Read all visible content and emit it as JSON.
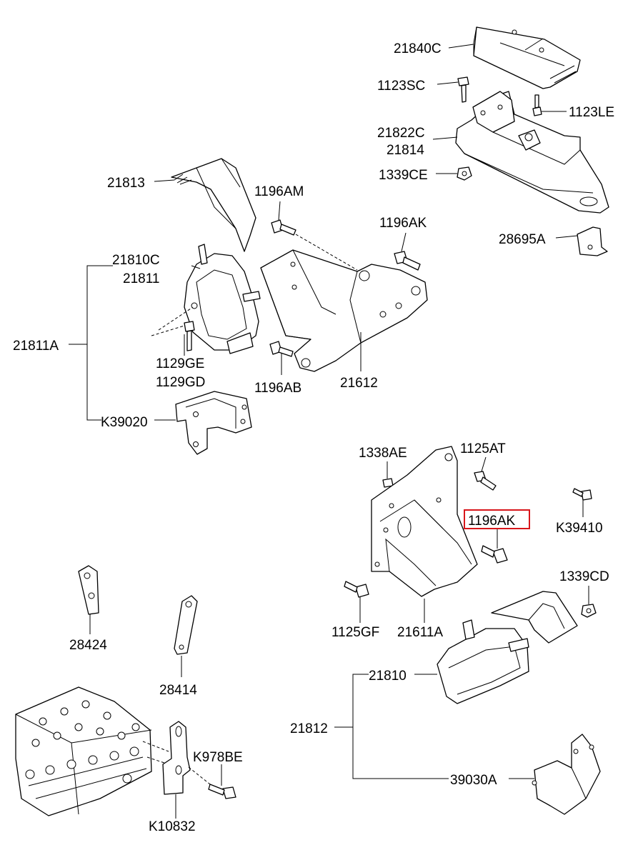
{
  "labels": {
    "p21840C": "21840C",
    "p1123SC": "1123SC",
    "p1123LE": "1123LE",
    "p21822C": "21822C",
    "p21814": "21814",
    "p1339CE": "1339CE",
    "p28695A": "28695A",
    "p21813": "21813",
    "p1196AM": "1196AM",
    "p1196AK_top": "1196AK",
    "p21810C": "21810C",
    "p21811": "21811",
    "p21811A": "21811A",
    "p1129GE": "1129GE",
    "p1129GD": "1129GD",
    "p1196AB": "1196AB",
    "p21612": "21612",
    "pK39020": "K39020",
    "p1338AE": "1338AE",
    "p1125AT": "1125AT",
    "p1196AK_hl": "1196AK",
    "pK39410": "K39410",
    "p1339CD": "1339CD",
    "p1125GF": "1125GF",
    "p21611A": "21611A",
    "p28424": "28424",
    "p28414": "28414",
    "p21810": "21810",
    "p21812": "21812",
    "pK978BE": "K978BE",
    "p39030A": "39030A",
    "pK10832": "K10832"
  },
  "highlight_color": "#d8161b"
}
